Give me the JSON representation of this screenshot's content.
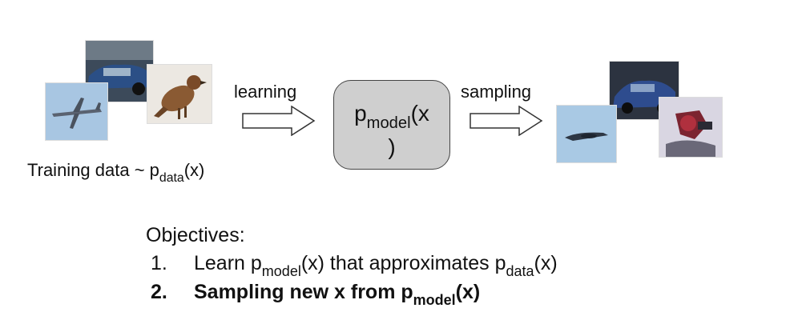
{
  "left_images": [
    {
      "icon": "car-photo"
    },
    {
      "icon": "airplane-photo"
    },
    {
      "icon": "bird-photo"
    }
  ],
  "right_images": [
    {
      "icon": "car-photo"
    },
    {
      "icon": "flying-object-photo"
    },
    {
      "icon": "figure-photo"
    }
  ],
  "training_label": {
    "text": "Training data ~ p",
    "sub": "data",
    "tail": "(x)"
  },
  "arrow_left_label": "learning",
  "arrow_right_label": "sampling",
  "model_box": {
    "p": "p",
    "sub": "model",
    "paren_open": "(x",
    "paren_close": ")",
    "fill": "#cfcfcf"
  },
  "objectives": {
    "title": "Objectives:",
    "items": [
      {
        "num": "1.",
        "pre": "Learn p",
        "sub1": "model",
        "mid": "(x) that approximates p",
        "sub2": "data",
        "post": "(x)",
        "bold": false
      },
      {
        "num": "2.",
        "pre": "Sampling new x from p",
        "sub1": "model",
        "mid": "(x)",
        "bold": true
      }
    ]
  }
}
